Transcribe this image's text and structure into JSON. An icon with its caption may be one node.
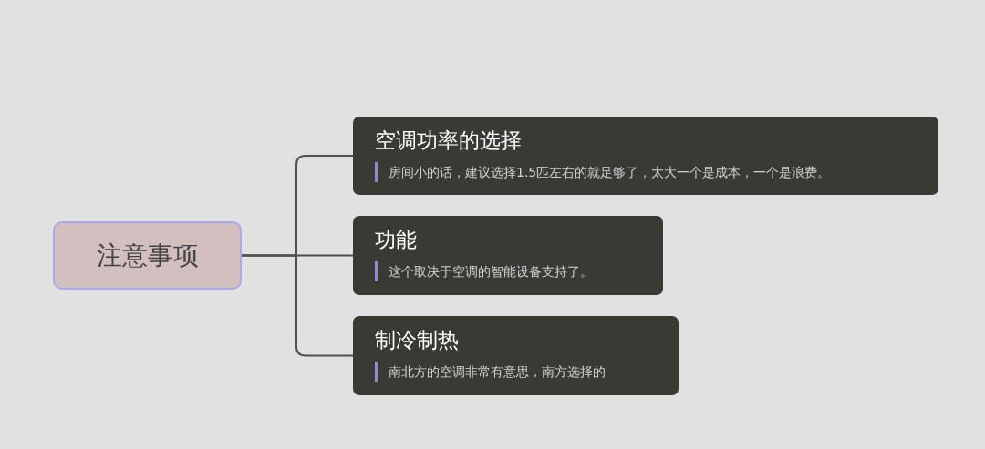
{
  "diagram": {
    "nodes": [
      {
        "text": [
          "注意事项"
        ]
      },
      {
        "text": [
          "空调功率的选择",
          "房间小的话，建议选择1.5匹左右的就足够了，太大一个是成本，一个是浪费。"
        ]
      },
      {
        "text": [
          "功能",
          "这个取决于空调的智能设备支持了。"
        ]
      },
      {
        "text": [
          "制冷制热",
          "南北方的空调非常有意思，南方选择的"
        ]
      }
    ],
    "edges": [
      {
        "from": 0,
        "to": 1,
        "arrow": "none"
      },
      {
        "from": 0,
        "to": 2,
        "arrow": "none"
      },
      {
        "from": 0,
        "to": 3,
        "arrow": "none"
      }
    ]
  }
}
